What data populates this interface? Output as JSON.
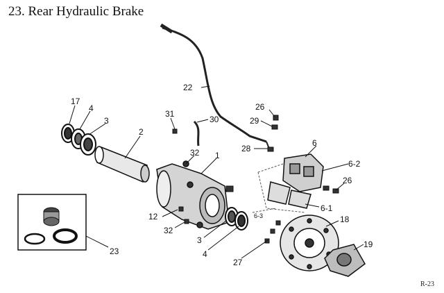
{
  "page": {
    "title": "23. Rear Hydraulic Brake",
    "page_code": "R-23"
  },
  "callouts": {
    "c1": "1",
    "c2": "2",
    "c3_top": "3",
    "c3_bottom": "3",
    "c4_top": "4",
    "c4_bottom": "4",
    "c6": "6",
    "c6_1": "6-1",
    "c6_2": "6-2",
    "c6_3": "6-3",
    "c12": "12",
    "c17": "17",
    "c18": "18",
    "c19": "19",
    "c22": "22",
    "c23": "23",
    "c26_top": "26",
    "c26_right": "26",
    "c27": "27",
    "c28": "28",
    "c29": "29",
    "c30": "30",
    "c31": "31",
    "c32_top": "32",
    "c32_bottom": "32"
  }
}
